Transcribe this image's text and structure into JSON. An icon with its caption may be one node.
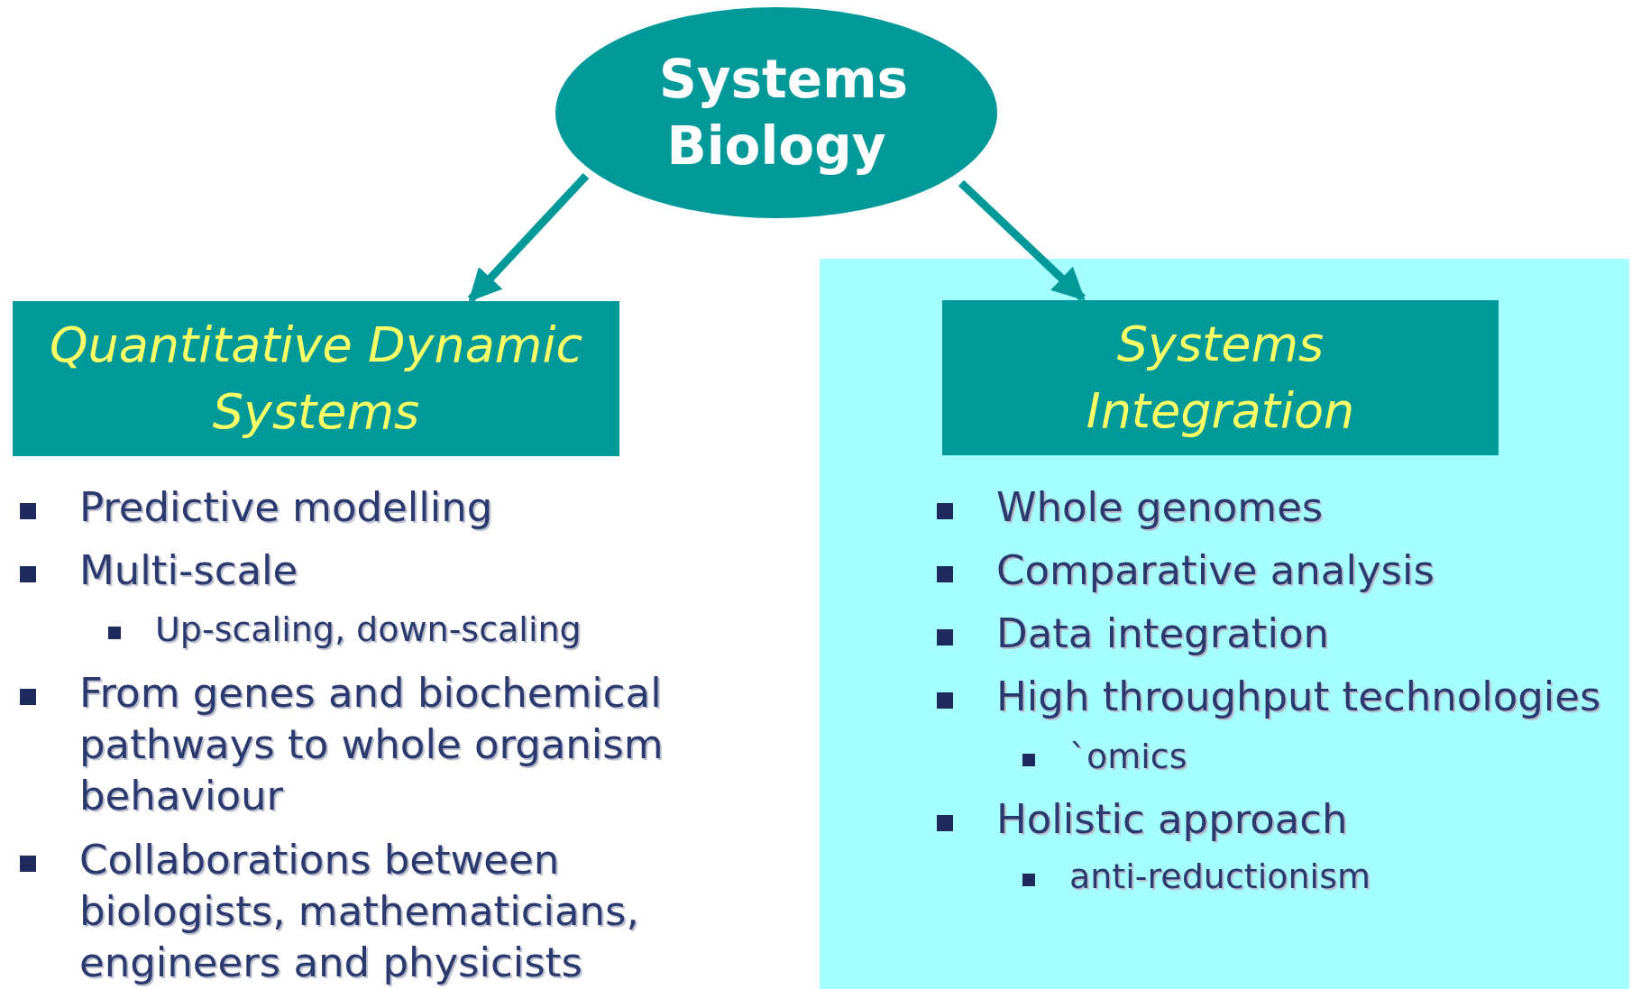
{
  "diagram": {
    "nodes": [
      {
        "text": [
          "Systems Biology"
        ]
      },
      {
        "text": [
          "Quantitative Dynamic Systems"
        ]
      },
      {
        "text": [
          "Systems Integration"
        ]
      }
    ],
    "edges": [
      {
        "from": 0,
        "to": 1,
        "arrow": "to"
      },
      {
        "from": 0,
        "to": 2,
        "arrow": "to"
      }
    ],
    "labels": [
      "Predictive modelling",
      "Multi-scale",
      "Up-scaling, down-scaling",
      "From genes and biochemical pathways to whole organism behaviour",
      "Collaborations between biologists, mathematicians, engineers and physicists",
      "Whole genomes",
      "Comparative analysis",
      "Data integration",
      "High throughput technologies",
      "`omics",
      "Holistic approach",
      "anti-reductionism"
    ]
  }
}
